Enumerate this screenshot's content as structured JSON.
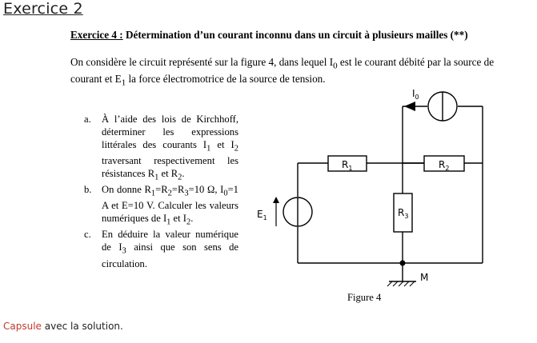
{
  "page": {
    "title": "Exercice 2"
  },
  "exercise": {
    "number_label": "Exercice 4 :",
    "title": "Détermination d’un courant inconnu dans un circuit à plusieurs mailles (**)",
    "intro_html": "On considère le circuit représenté sur la figure 4, dans lequel I<sub>0</sub> est le courant débité par la source de courant et E<sub>1</sub> la force électromotrice de la source de tension."
  },
  "questions": [
    {
      "marker": "a.",
      "html": "À l’aide des lois de Kirchhoff, déterminer les expressions littérales des courants I<sub>1</sub> et I<sub>2</sub> traversant respectivement les résistances R<sub>1</sub> et R<sub>2</sub>."
    },
    {
      "marker": "b.",
      "html": "On donne R<sub>1</sub>=R<sub>2</sub>=R<sub>3</sub>=10 Ω, I<sub>0</sub>=1 A et E=10 V. Calculer les valeurs numériques de I<sub>1</sub> et I<sub>2</sub>."
    },
    {
      "marker": "c.",
      "html": "En déduire la valeur numérique de I<sub>3</sub> ainsi que son sens de circulation."
    }
  ],
  "figure": {
    "caption": "Figure 4",
    "labels": {
      "r1": "R",
      "r1_sub": "1",
      "r2": "R",
      "r2_sub": "2",
      "r3": "R",
      "r3_sub": "3",
      "e1": "E",
      "e1_sub": "1",
      "i0": "I",
      "i0_sub": "0",
      "node_m": "M"
    }
  },
  "footer": {
    "link_text": "Capsule",
    "rest": " avec la solution."
  }
}
